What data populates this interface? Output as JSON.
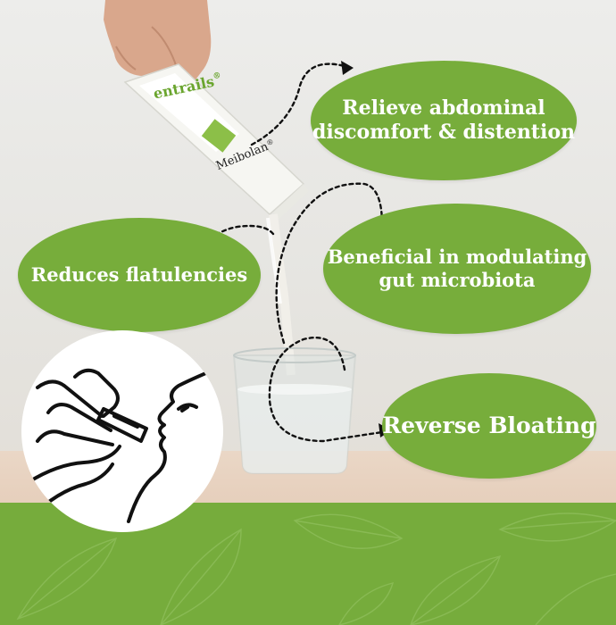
{
  "benefits": {
    "relieve": [
      "Relieve abdominal",
      "discomfort & distention"
    ],
    "modulating": [
      "Beneficial in modulating",
      "gut microbiota"
    ],
    "flatulencies": "Reduces flatulencies",
    "bloating": "Reverse Bloating"
  },
  "product": {
    "name": "entrails",
    "brand": "Meibolan",
    "registered": "®"
  },
  "colors": {
    "accent_green": "#77ad3b",
    "band_green": "#76ac3c"
  }
}
